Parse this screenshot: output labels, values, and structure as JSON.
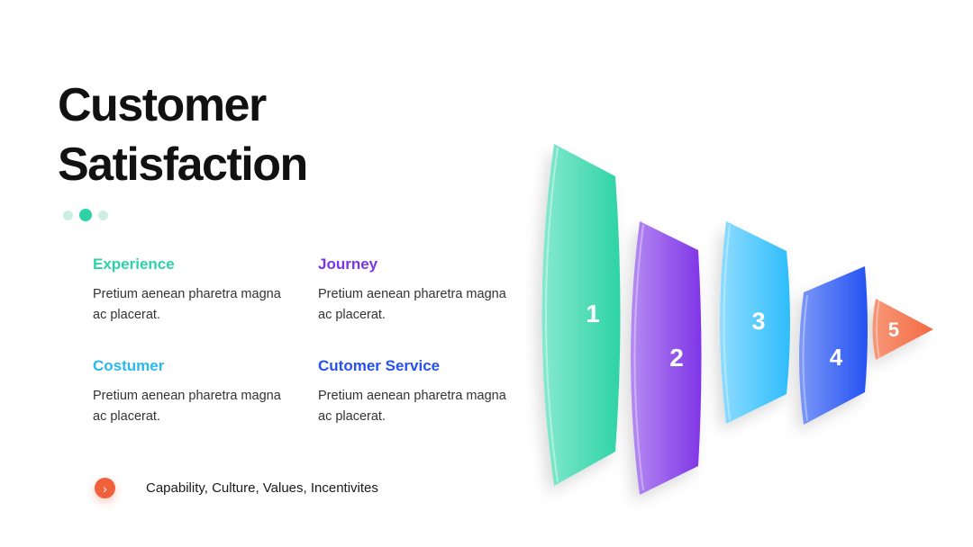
{
  "title": {
    "line1": "Customer",
    "line2": "Satisfaction"
  },
  "items": [
    {
      "heading": "Experience",
      "text": "Pretium aenean pharetra magna ac placerat.",
      "color": "#2dd3a6"
    },
    {
      "heading": "Journey",
      "text": "Pretium aenean pharetra magna ac placerat.",
      "color": "#7a35e8"
    },
    {
      "heading": "Costumer",
      "text": "Pretium aenean pharetra magna ac placerat.",
      "color": "#29b9f0"
    },
    {
      "heading": "Cutomer Service",
      "text": "Pretium aenean pharetra magna ac placerat.",
      "color": "#2451f0"
    }
  ],
  "footer": {
    "text": "Capability, Culture, Values, Incentivites",
    "icon": "chevron-right-icon"
  },
  "funnel": {
    "steps": [
      {
        "label": "1",
        "color": "#2dd3a6"
      },
      {
        "label": "2",
        "color": "#7f35e6"
      },
      {
        "label": "3",
        "color": "#2ebdfb"
      },
      {
        "label": "4",
        "color": "#2452f2"
      },
      {
        "label": "5",
        "color": "#f26a43"
      }
    ]
  }
}
